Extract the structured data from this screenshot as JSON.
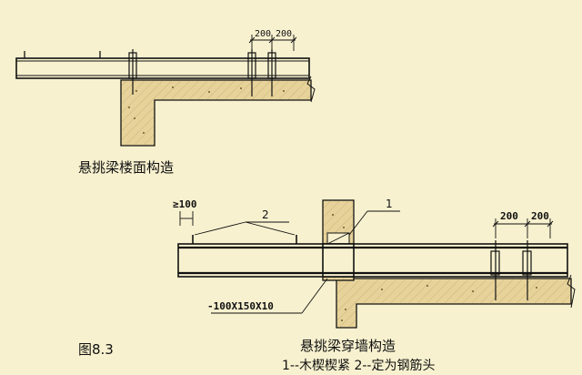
{
  "figure_number": "图8.3",
  "top_detail": {
    "caption": "悬挑梁楼面构造",
    "dimension_1": "200",
    "dimension_2": "200"
  },
  "bottom_detail": {
    "caption": "悬挑梁穿墙构造",
    "legend": "1--木楔楔紧  2--定为钢筋头",
    "dimension_min": "≥100",
    "dimension_1": "200",
    "dimension_2": "200",
    "callout_1": "1",
    "callout_2": "2",
    "section_label": "-100X150X10"
  },
  "colors": {
    "background": "#f7f1cf",
    "concrete_fill": "#e7d39a",
    "line": "#111111"
  }
}
